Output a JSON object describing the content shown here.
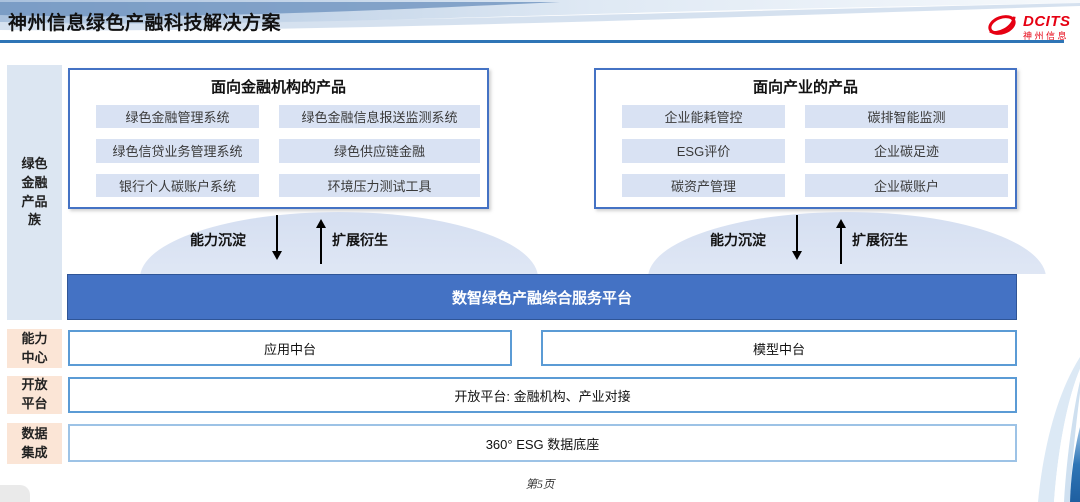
{
  "page": {
    "title": "神州信息绿色产融科技解决方案",
    "page_number": "第5页"
  },
  "logo": {
    "brand": "DCITS",
    "brand_cn": "神州信息"
  },
  "sidebar": {
    "product_family": "绿色金融产品族",
    "capability_center": "能力中心",
    "open_platform": "开放平台",
    "data_integration": "数据集成"
  },
  "finance_box": {
    "title": "面向金融机构的产品",
    "items": [
      "绿色金融管理系统",
      "绿色金融信息报送监测系统",
      "绿色信贷业务管理系统",
      "绿色供应链金融",
      "银行个人碳账户系统",
      "环境压力测试工具"
    ]
  },
  "industry_box": {
    "title": "面向产业的产品",
    "items": [
      "企业能耗管控",
      "碳排智能监测",
      "ESG评价",
      "企业碳足迹",
      "碳资产管理",
      "企业碳账户"
    ]
  },
  "arrows": {
    "down_label": "能力沉淀",
    "up_label": "扩展衍生"
  },
  "platform": {
    "title": "数智绿色产融综合服务平台"
  },
  "capability_row": {
    "boxes": [
      "应用中台",
      "模型中台"
    ]
  },
  "open_platform_row": {
    "text": "开放平台: 金融机构、产业对接"
  },
  "data_row": {
    "text": "360° ESG 数据底座"
  },
  "colors": {
    "accent_blue": "#4472c4",
    "line_blue": "#2e75b6",
    "box_border_blue": "#5b9bd5",
    "pill_bg": "#d9e2f3",
    "sidebar_blue": "#dce6f2",
    "label_peach": "#fbe5d6",
    "brand_red": "#e60012"
  }
}
